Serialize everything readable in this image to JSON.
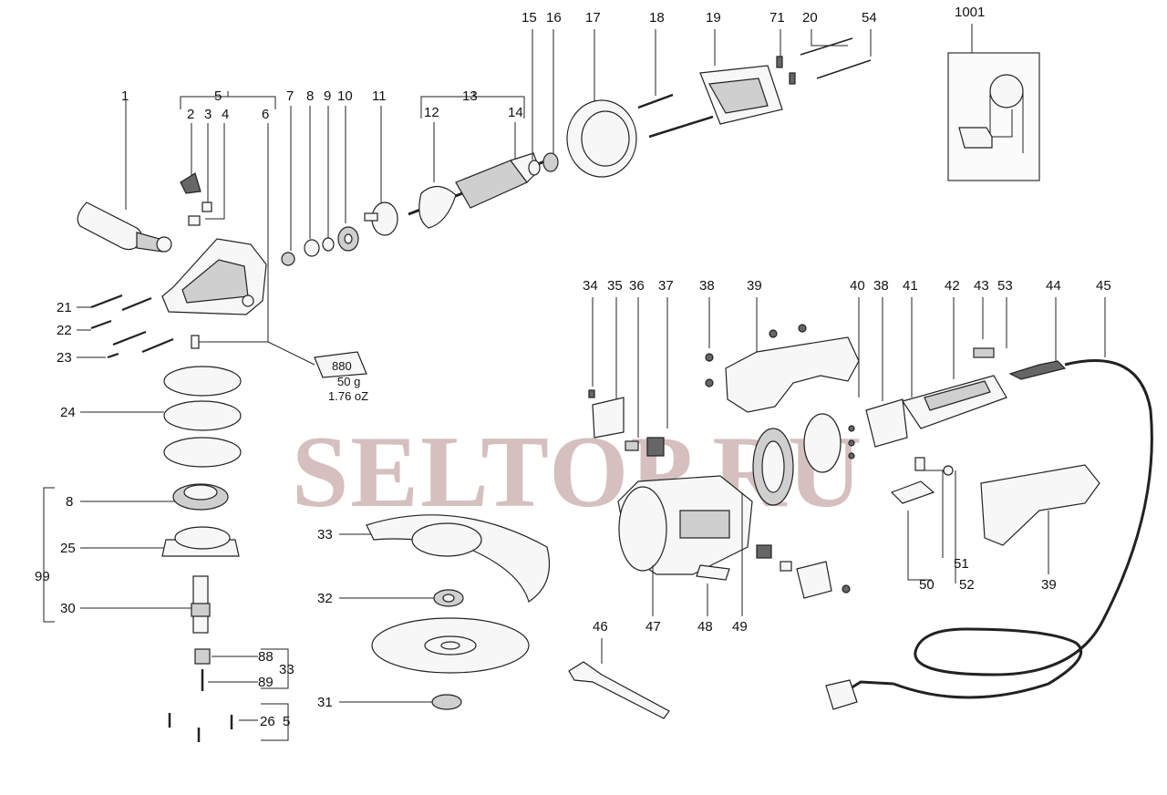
{
  "watermark": "SELTOP.RU",
  "grease": {
    "code": "880",
    "weight": "50 g",
    "weight_oz": "1.76 oZ"
  },
  "labels": {
    "l1": "1",
    "l2": "2",
    "l3": "3",
    "l4": "4",
    "l5": "5",
    "l6": "6",
    "l7": "7",
    "l8": "8",
    "l9": "9",
    "l10": "10",
    "l11": "11",
    "l12": "12",
    "l13": "13",
    "l14": "14",
    "l15": "15",
    "l16": "16",
    "l17": "17",
    "l18": "18",
    "l19": "19",
    "l71": "71",
    "l20": "20",
    "l54": "54",
    "l1001": "1001",
    "l21": "21",
    "l22": "22",
    "l23": "23",
    "l24": "24",
    "l8b": "8",
    "l25": "25",
    "l99": "99",
    "l30": "30",
    "l88": "88",
    "l89": "89",
    "l33a": "33",
    "l26": "26",
    "l5b": "5",
    "l33": "33",
    "l32": "32",
    "l31": "31",
    "l46": "46",
    "l47": "47",
    "l48": "48",
    "l49": "49",
    "l34": "34",
    "l35": "35",
    "l36": "36",
    "l37": "37",
    "l38": "38",
    "l39": "39",
    "l40": "40",
    "l38b": "38",
    "l41": "41",
    "l42": "42",
    "l43": "43",
    "l53": "53",
    "l44": "44",
    "l45": "45",
    "l50": "50",
    "l51": "51",
    "l52": "52",
    "l39b": "39"
  }
}
